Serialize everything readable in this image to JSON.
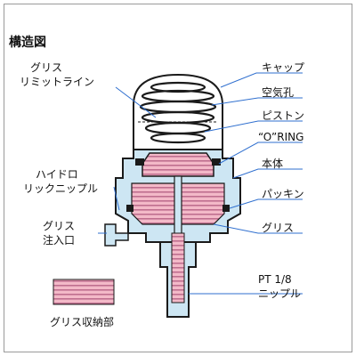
{
  "title": "構造図",
  "labels": {
    "grease_limit_1": "グリス",
    "grease_limit_2": "リミットライン",
    "cap": "キャップ",
    "air_hole": "空気孔",
    "piston": "ピストン",
    "o_ring": "“O”RING",
    "body": "本体",
    "hydro_1": "ハイドロ",
    "hydro_2": "リックニップル",
    "packing": "パッキン",
    "grease": "グリス",
    "inlet_1": "グリス",
    "inlet_2": "注入口",
    "nipple_1": "PT 1/8",
    "nipple_2": "ニップル",
    "legend": "グリス収納部"
  },
  "colors": {
    "body_fill": "#cde6f3",
    "grease_fill": "#f3b9c8",
    "grease_stripe": "#bf6f8f",
    "outline": "#1a1a1a",
    "leader": "#2f6fcf"
  }
}
